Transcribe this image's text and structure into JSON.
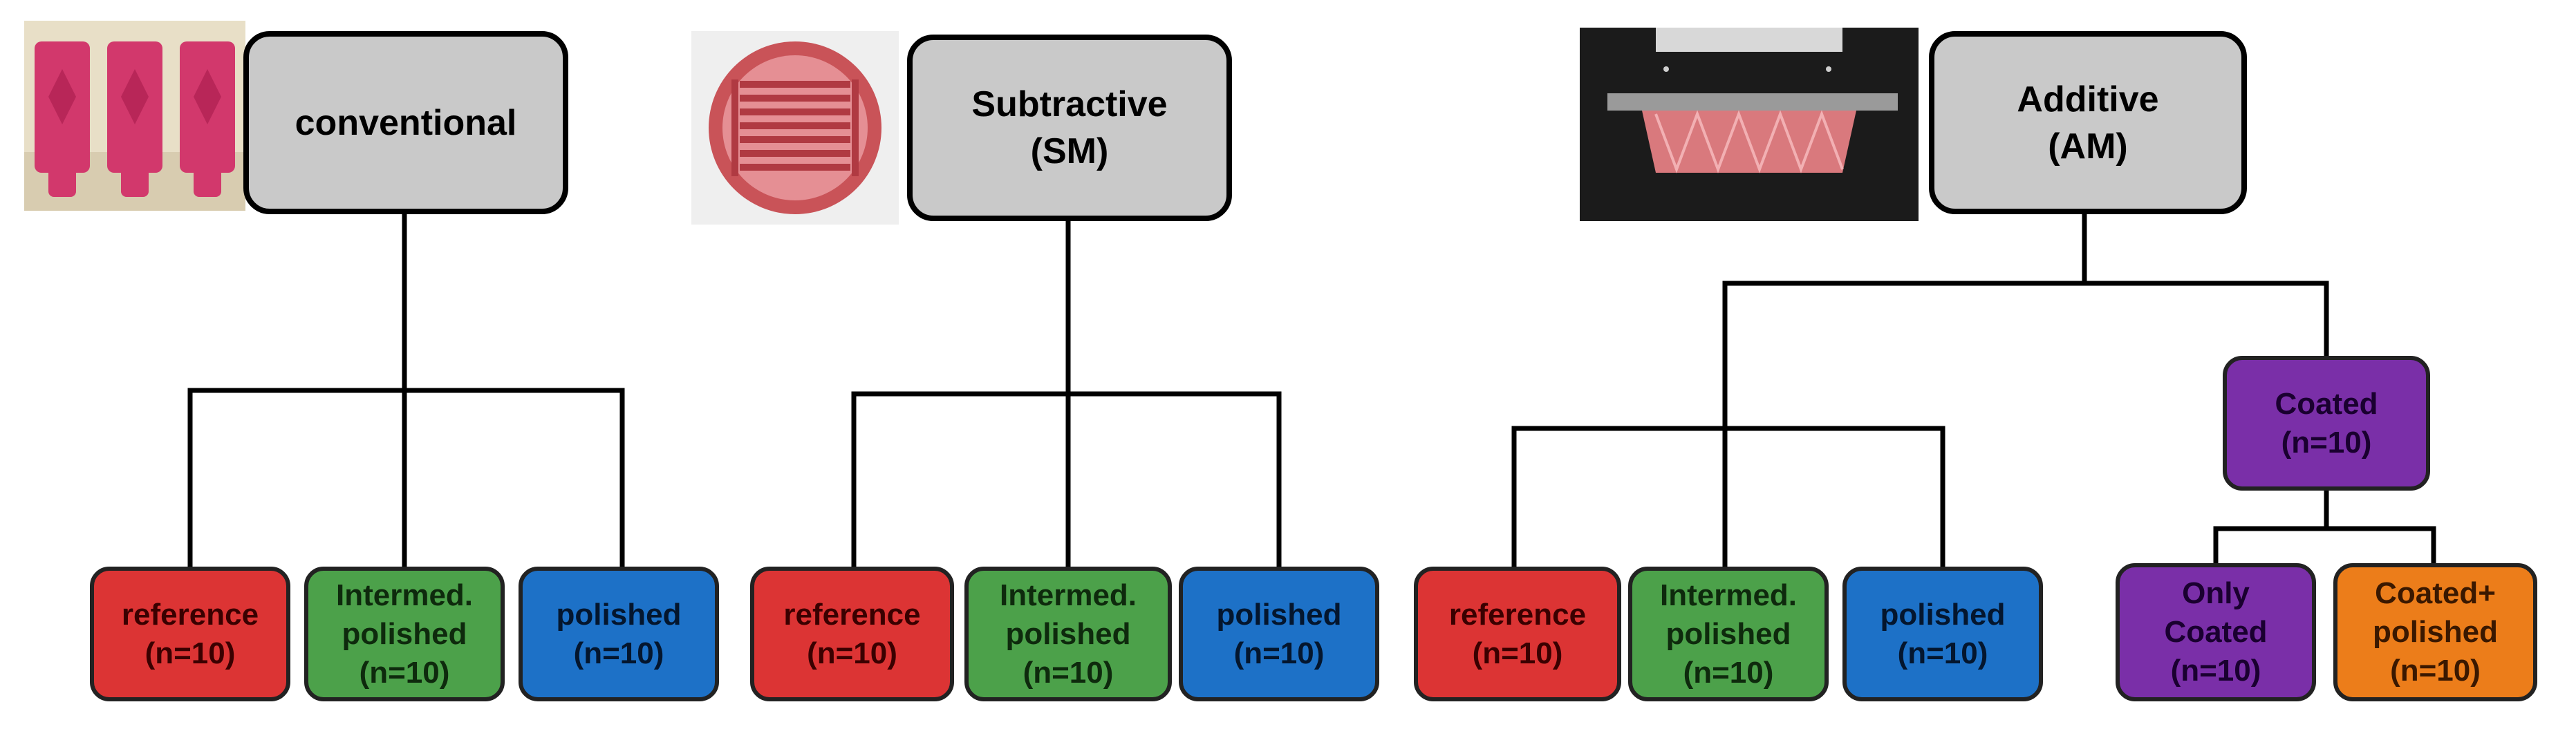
{
  "groups": [
    {
      "title": "conventional",
      "children": [
        {
          "name": "reference",
          "n": "(n=10)"
        },
        {
          "name": "Intermed.",
          "name2": "polished",
          "n": "(n=10)"
        },
        {
          "name": "polished",
          "n": "(n=10)"
        }
      ]
    },
    {
      "title": "Subtractive",
      "subtitle": "(SM)",
      "children": [
        {
          "name": "reference",
          "n": "(n=10)"
        },
        {
          "name": "Intermed.",
          "name2": "polished",
          "n": "(n=10)"
        },
        {
          "name": "polished",
          "n": "(n=10)"
        }
      ]
    },
    {
      "title": "Additive",
      "subtitle": "(AM)",
      "children": [
        {
          "name": "reference",
          "n": "(n=10)"
        },
        {
          "name": "Intermed.",
          "name2": "polished",
          "n": "(n=10)"
        },
        {
          "name": "polished",
          "n": "(n=10)"
        }
      ],
      "coated": {
        "name": "Coated",
        "n": "(n=10)",
        "children": [
          {
            "name": "Only",
            "name2": "Coated",
            "n": "(n=10)"
          },
          {
            "name": "Coated+",
            "name2": "polished",
            "n": "(n=10)"
          }
        ]
      }
    }
  ],
  "colors": {
    "header": "#c9c9c9",
    "reference": "#dc3434",
    "intermediate": "#4ca14a",
    "polished": "#1d71c7",
    "coated": "#7a2fa8",
    "coated_polished": "#ec7d1a"
  }
}
